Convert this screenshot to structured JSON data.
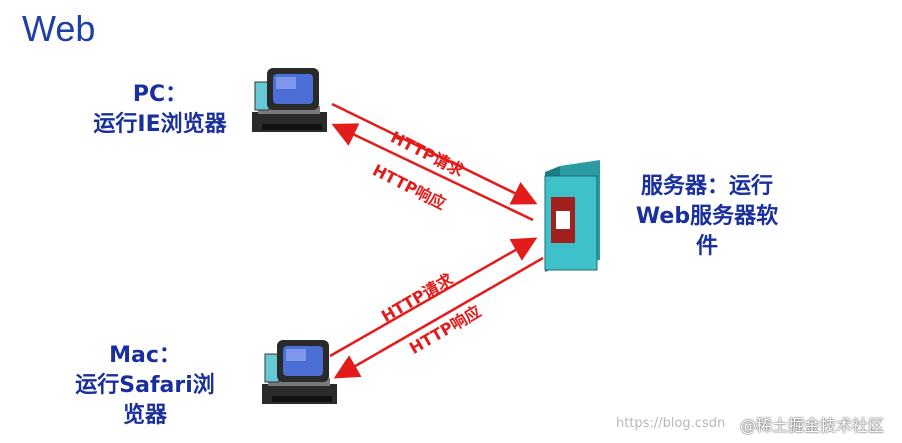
{
  "title": "Web",
  "pc": {
    "line1": "PC：",
    "line2": "运行IE浏览器"
  },
  "mac": {
    "line1": "Mac：",
    "line2": "运行Safari浏",
    "line3": "览器"
  },
  "server": {
    "line1": "服务器：运行",
    "line2": "Web服务器软",
    "line3": "件"
  },
  "arrows": {
    "top_request": "HTTP请求",
    "top_response": "HTTP响应",
    "bottom_request": "HTTP请求",
    "bottom_response": "HTTP响应"
  },
  "watermark": "https://blog.csdn",
  "brand": "@稀土掘金技术社区",
  "colors": {
    "arrow": "#e31b1b",
    "label": "#1a2f9e",
    "title": "#1f3fa8",
    "server": "#3fc1c9"
  }
}
